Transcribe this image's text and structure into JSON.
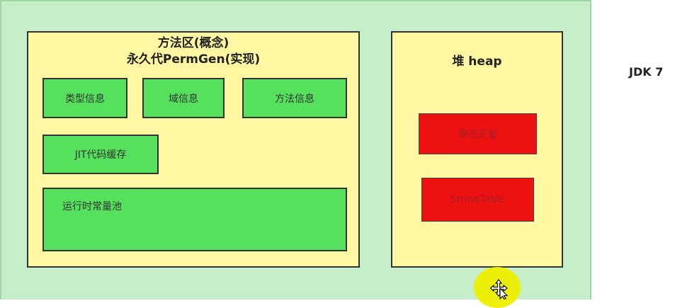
{
  "method_area": {
    "title_line1": "方法区(概念)",
    "title_line2": "永久代PermGen(实现)",
    "boxes": {
      "type_info": "类型信息",
      "field_info": "域信息",
      "method_info": "方法信息",
      "jit_cache": "JIT代码缓存",
      "runtime_constant_pool": "运行时常量池"
    }
  },
  "heap": {
    "title": "堆 heap",
    "static_variables": "静态变量",
    "string_table": "StringTable"
  },
  "jdk_version": "JDK 7",
  "colors": {
    "outer_bg": "#c6efc9",
    "region_bg": "#fff7a1",
    "green_box": "#55e05d",
    "red_box": "#ee1111",
    "cursor_halo": "#eeee00"
  },
  "icons": {
    "cursor": "move-cursor-icon"
  }
}
